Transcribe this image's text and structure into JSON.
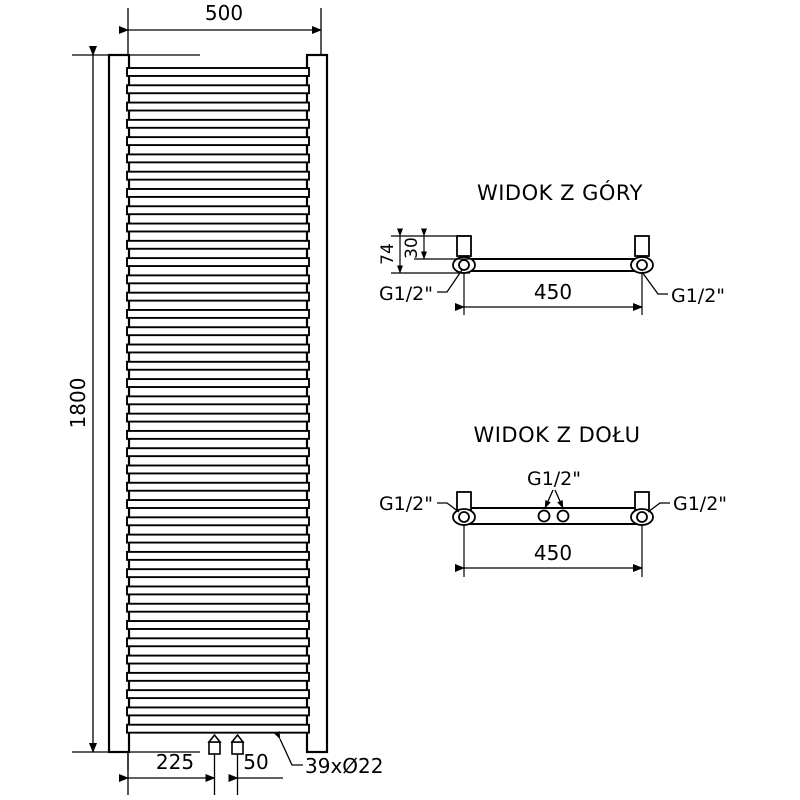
{
  "drawing": {
    "type": "technical-dimension-drawing",
    "subject": "towel-rail-radiator",
    "units": "mm"
  },
  "front_view": {
    "name": "front-view",
    "width_mm": 500,
    "height_mm": 1800,
    "width_label": "500",
    "height_label": "1800",
    "rung_count": 39,
    "rails": 2,
    "connectors": 2,
    "bottom_dims": {
      "left_offset_label": "225",
      "spacing_label": "50"
    },
    "rung_note": "39xØ22"
  },
  "top_view": {
    "name": "top-view",
    "title": "WIDOK Z GÓRY",
    "depth_label": "74",
    "offset_label": "30",
    "span_label": "450",
    "fittings": [
      {
        "label": "G1/2\"",
        "side": "left"
      },
      {
        "label": "G1/2\"",
        "side": "right"
      }
    ]
  },
  "bottom_view": {
    "name": "bottom-view",
    "title": "WIDOK Z DOŁU",
    "span_label": "450",
    "fittings": [
      {
        "label": "G1/2\"",
        "side": "left"
      },
      {
        "label": "G1/2\"",
        "side": "center"
      },
      {
        "label": "G1/2\"",
        "side": "right"
      }
    ]
  },
  "colors": {
    "line": "#000000",
    "background": "#ffffff"
  }
}
